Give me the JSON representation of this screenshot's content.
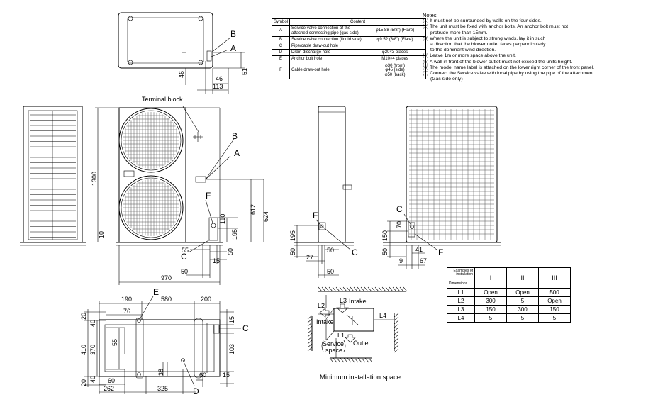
{
  "symbol_table": {
    "headers": {
      "symbol": "Symbol",
      "content": "Content"
    },
    "rows": [
      {
        "symbol": "A",
        "content": "Service valve connection of the attached connecting pipe (gas side)",
        "value": "φ15.88 (5/8\") (Flare)"
      },
      {
        "symbol": "B",
        "content": "Service valve connection (liquid side)",
        "value": "φ9.52 (3/8\") (Flare)"
      },
      {
        "symbol": "C",
        "content": "Pipe/cable draw-out hole",
        "value": ""
      },
      {
        "symbol": "D",
        "content": "Drain discharge hole",
        "value": "φ20×3 places"
      },
      {
        "symbol": "E",
        "content": "Anchor bolt hole",
        "value": "M10×4 places"
      },
      {
        "symbol": "F",
        "content": "Cable draw-out hole",
        "value": "φ30 (front)\nφ45 (side)\nφ50 (back)"
      }
    ]
  },
  "notes": {
    "title": "Notes",
    "items": [
      {
        "num": "(1)",
        "lines": [
          "It must not be surrounded by walls on the four sides."
        ]
      },
      {
        "num": "(2)",
        "lines": [
          "The unit must be fixed with anchor bolts. An anchor bolt must not",
          "protrude more than 15mm."
        ]
      },
      {
        "num": "(3)",
        "lines": [
          "Where the unit is subject to strong winds, lay it in such",
          "a direction that the blower outlet faces perpendicularly",
          "to the dominant wind direction."
        ]
      },
      {
        "num": "(4)",
        "lines": [
          "Leave 1m or more space above the unit."
        ]
      },
      {
        "num": "(5)",
        "lines": [
          "A wall in front of the blower outlet must not exceed the units height."
        ]
      },
      {
        "num": "(6)",
        "lines": [
          "The model name label is attached on the lower right corner of the front panel."
        ]
      },
      {
        "num": "(7)",
        "lines": [
          "Connect the Service valve with local pipe by using the pipe of the attachment.",
          "(Gas side only)"
        ]
      }
    ]
  },
  "example_table": {
    "corner_top": "Examples of installation",
    "corner_bottom": "Dimensions",
    "headers": [
      "I",
      "II",
      "III"
    ],
    "rows": [
      {
        "label": "L1",
        "values": [
          "Open",
          "Open",
          "500"
        ]
      },
      {
        "label": "L2",
        "values": [
          "300",
          "5",
          "Open"
        ]
      },
      {
        "label": "L3",
        "values": [
          "150",
          "300",
          "150"
        ]
      },
      {
        "label": "L4",
        "values": [
          "5",
          "5",
          "5"
        ]
      }
    ]
  },
  "labels": {
    "terminal_block": "Terminal block",
    "A": "A",
    "B": "B",
    "C": "C",
    "D": "D",
    "E": "E",
    "F": "F",
    "intake": "Intake",
    "outlet": "Outlet",
    "service": "Service",
    "space": "space",
    "L1": "L1",
    "L2": "L2",
    "L3": "L3",
    "L4": "L4",
    "caption": "Minimum installation space"
  },
  "dims": {
    "top_46a": "46",
    "top_46b": "46",
    "top_51": "51",
    "top_113": "113",
    "front_1300": "1300",
    "front_10": "10",
    "front_612": "612",
    "front_624": "624",
    "front_110": "110",
    "front_195": "195",
    "front_55": "55",
    "front_50a": "50",
    "front_15": "15",
    "front_50b": "50",
    "front_970": "970",
    "side_195": "195",
    "side_50a": "50",
    "side_50b": "50",
    "side_27": "27",
    "side_50c": "50",
    "back_70": "70",
    "back_150": "150",
    "back_50": "50",
    "back_41": "41",
    "back_9": "9",
    "back_67": "67",
    "bot_190": "190",
    "bot_580": "580",
    "bot_200": "200",
    "bot_76": "76",
    "bot_20a": "20",
    "bot_40a": "40",
    "bot_410": "410",
    "bot_370": "370",
    "bot_55": "55",
    "bot_40b": "40",
    "bot_20b": "20",
    "bot_60a": "60",
    "bot_262": "262",
    "bot_325": "325",
    "bot_38": "38",
    "bot_60b": "60",
    "bot_15a": "15",
    "bot_103": "103",
    "bot_15b": "15"
  }
}
